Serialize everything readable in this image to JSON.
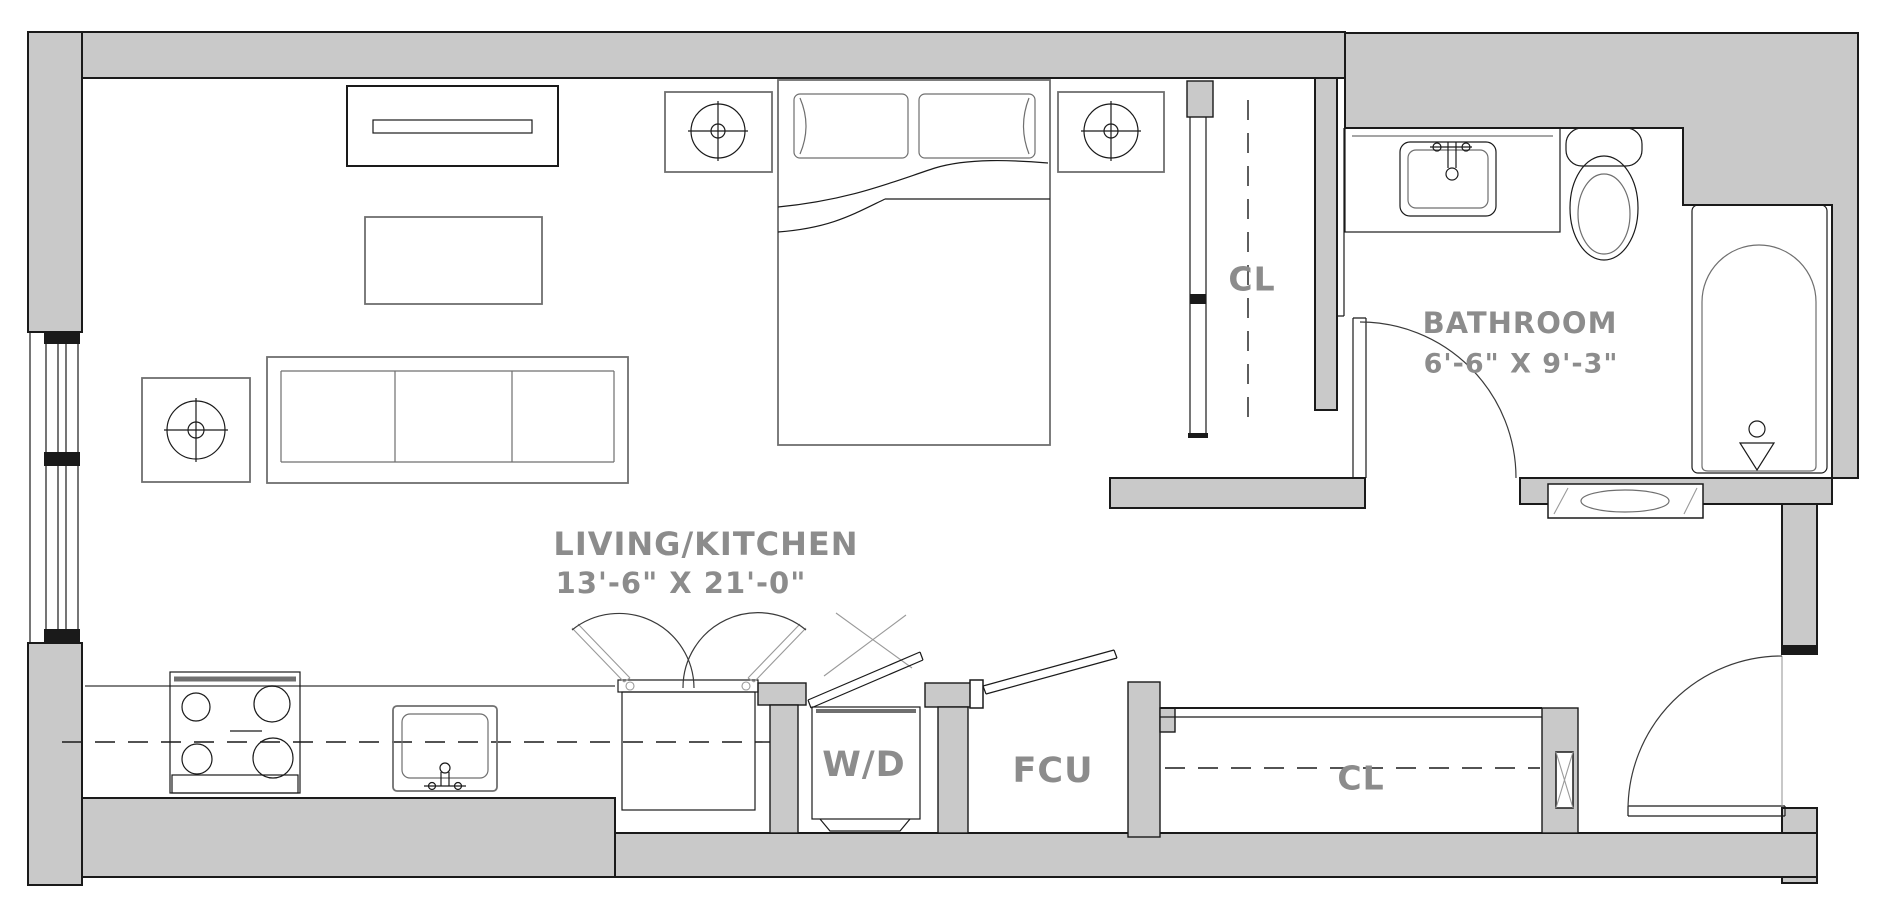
{
  "palette": {
    "background": "#ffffff",
    "wall_fill": "#c9c9c9",
    "line": "#1a1a1a",
    "fixture": "#6f6f6f",
    "light": "#9a9a9a",
    "label_text": "#8c8c8c"
  },
  "plan": {
    "type": "studio-apartment-floor-plan",
    "rooms": {
      "living": {
        "label": "LIVING/KITCHEN",
        "dimensions": "13'-6\" X 21'-0\""
      },
      "bathroom": {
        "label": "BATHROOM",
        "dimensions": "6'-6\" X 9'-3\""
      },
      "closet_hall": {
        "label": "CL"
      },
      "closet_entry": {
        "label": "CL"
      },
      "laundry": {
        "label": "W/D"
      },
      "mechanical": {
        "label": "FCU"
      }
    },
    "fixtures": [
      "bed",
      "pillows",
      "nightstand-left",
      "nightstand-right",
      "tv-console",
      "coffee-table",
      "sofa",
      "side-table-lamp",
      "stove",
      "kitchen-sink",
      "double-door-closet",
      "washer-dryer",
      "fan-coil-unit",
      "vanity-sink",
      "toilet",
      "bathtub",
      "window",
      "entry-door",
      "bathroom-door"
    ]
  }
}
